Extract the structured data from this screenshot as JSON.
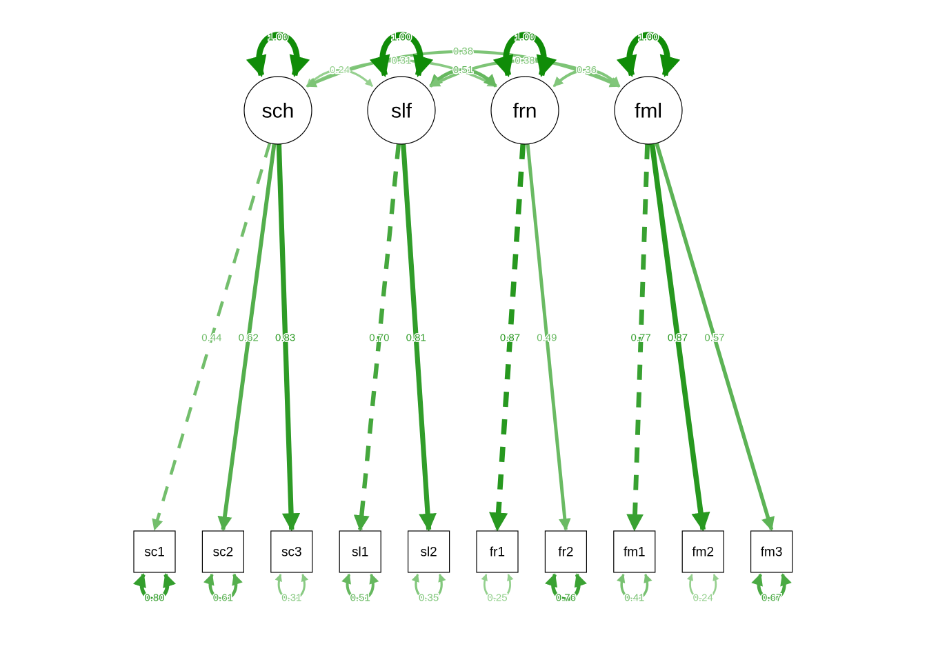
{
  "latent": [
    {
      "id": "sch",
      "label": "sch",
      "variance": "1.00"
    },
    {
      "id": "slf",
      "label": "slf",
      "variance": "1.00"
    },
    {
      "id": "frn",
      "label": "frn",
      "variance": "1.00"
    },
    {
      "id": "fml",
      "label": "fml",
      "variance": "1.00"
    }
  ],
  "observed": [
    {
      "id": "sc1",
      "label": "sc1",
      "residual": "0.80"
    },
    {
      "id": "sc2",
      "label": "sc2",
      "residual": "0.61"
    },
    {
      "id": "sc3",
      "label": "sc3",
      "residual": "0.31"
    },
    {
      "id": "sl1",
      "label": "sl1",
      "residual": "0.51"
    },
    {
      "id": "sl2",
      "label": "sl2",
      "residual": "0.35"
    },
    {
      "id": "fr1",
      "label": "fr1",
      "residual": "0.25"
    },
    {
      "id": "fr2",
      "label": "fr2",
      "residual": "0.76"
    },
    {
      "id": "fm1",
      "label": "fm1",
      "residual": "0.41"
    },
    {
      "id": "fm2",
      "label": "fm2",
      "residual": "0.24"
    },
    {
      "id": "fm3",
      "label": "fm3",
      "residual": "0.67"
    }
  ],
  "loadings": [
    {
      "from": "sch",
      "to": "sc1",
      "value": "0.44",
      "fixed": true
    },
    {
      "from": "sch",
      "to": "sc2",
      "value": "0.62",
      "fixed": false
    },
    {
      "from": "sch",
      "to": "sc3",
      "value": "0.83",
      "fixed": false
    },
    {
      "from": "slf",
      "to": "sl1",
      "value": "0.70",
      "fixed": true
    },
    {
      "from": "slf",
      "to": "sl2",
      "value": "0.81",
      "fixed": false
    },
    {
      "from": "frn",
      "to": "fr1",
      "value": "0.87",
      "fixed": true
    },
    {
      "from": "frn",
      "to": "fr2",
      "value": "0.49",
      "fixed": false
    },
    {
      "from": "fml",
      "to": "fm1",
      "value": "0.77",
      "fixed": true
    },
    {
      "from": "fml",
      "to": "fm2",
      "value": "0.87",
      "fixed": false
    },
    {
      "from": "fml",
      "to": "fm3",
      "value": "0.57",
      "fixed": false
    }
  ],
  "covariances": [
    {
      "a": "sch",
      "b": "slf",
      "value": "0.24"
    },
    {
      "a": "sch",
      "b": "frn",
      "value": "0.31"
    },
    {
      "a": "sch",
      "b": "fml",
      "value": "0.38"
    },
    {
      "a": "slf",
      "b": "frn",
      "value": "0.51"
    },
    {
      "a": "slf",
      "b": "fml",
      "value": "0.38"
    },
    {
      "a": "frn",
      "b": "fml",
      "value": "0.36"
    }
  ]
}
